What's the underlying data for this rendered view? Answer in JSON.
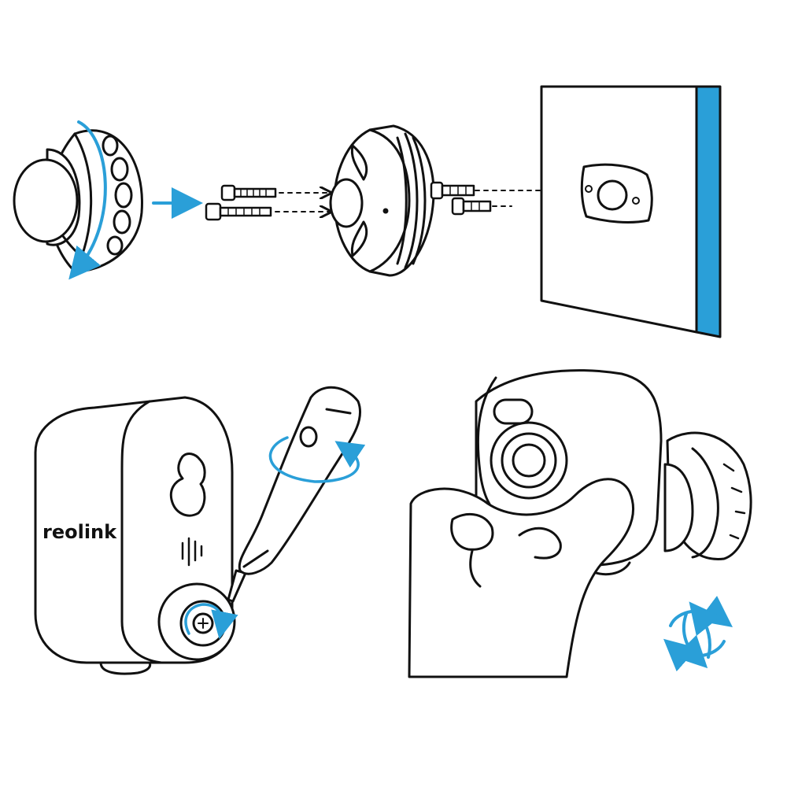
{
  "camera": {
    "brand_label": "reolink"
  },
  "colors": {
    "ink": "#111111",
    "accent_blue": "#2a9fd8",
    "paper": "#ffffff"
  },
  "steps": [
    {
      "name": "mount-base-to-wall",
      "icons": [
        "rotate-arrow-icon",
        "direction-arrow-icon",
        "screw-icon",
        "wall-anchor-icon",
        "wall-plate-icon"
      ]
    },
    {
      "name": "screw-camera-to-mount",
      "icons": [
        "screwdriver-icon",
        "rotate-arrow-icon"
      ]
    },
    {
      "name": "adjust-camera-angle",
      "icons": [
        "rotate-arrows-icon"
      ]
    }
  ]
}
